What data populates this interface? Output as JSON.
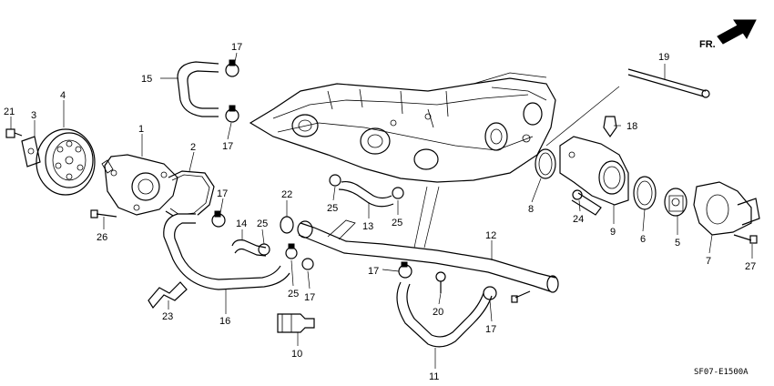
{
  "diagram_code": "SF07-E1500A",
  "direction_label": "FR.",
  "callouts": [
    {
      "id": "c1",
      "text": "1"
    },
    {
      "id": "c2",
      "text": "2"
    },
    {
      "id": "c3",
      "text": "3"
    },
    {
      "id": "c4",
      "text": "4"
    },
    {
      "id": "c5",
      "text": "5"
    },
    {
      "id": "c6",
      "text": "6"
    },
    {
      "id": "c7",
      "text": "7"
    },
    {
      "id": "c8",
      "text": "8"
    },
    {
      "id": "c9",
      "text": "9"
    },
    {
      "id": "c10",
      "text": "10"
    },
    {
      "id": "c11",
      "text": "11"
    },
    {
      "id": "c12",
      "text": "12"
    },
    {
      "id": "c13",
      "text": "13"
    },
    {
      "id": "c14",
      "text": "14"
    },
    {
      "id": "c15",
      "text": "15"
    },
    {
      "id": "c16",
      "text": "16"
    },
    {
      "id": "c17a",
      "text": "17"
    },
    {
      "id": "c17b",
      "text": "17"
    },
    {
      "id": "c17c",
      "text": "17"
    },
    {
      "id": "c17d",
      "text": "17"
    },
    {
      "id": "c17e",
      "text": "17"
    },
    {
      "id": "c17f",
      "text": "17"
    },
    {
      "id": "c18",
      "text": "18"
    },
    {
      "id": "c19",
      "text": "19"
    },
    {
      "id": "c20",
      "text": "20"
    },
    {
      "id": "c21",
      "text": "21"
    },
    {
      "id": "c22",
      "text": "22"
    },
    {
      "id": "c23",
      "text": "23"
    },
    {
      "id": "c24",
      "text": "24"
    },
    {
      "id": "c25a",
      "text": "25"
    },
    {
      "id": "c25b",
      "text": "25"
    },
    {
      "id": "c25c",
      "text": "25"
    },
    {
      "id": "c25d",
      "text": "25"
    },
    {
      "id": "c26",
      "text": "26"
    },
    {
      "id": "c27",
      "text": "27"
    }
  ]
}
